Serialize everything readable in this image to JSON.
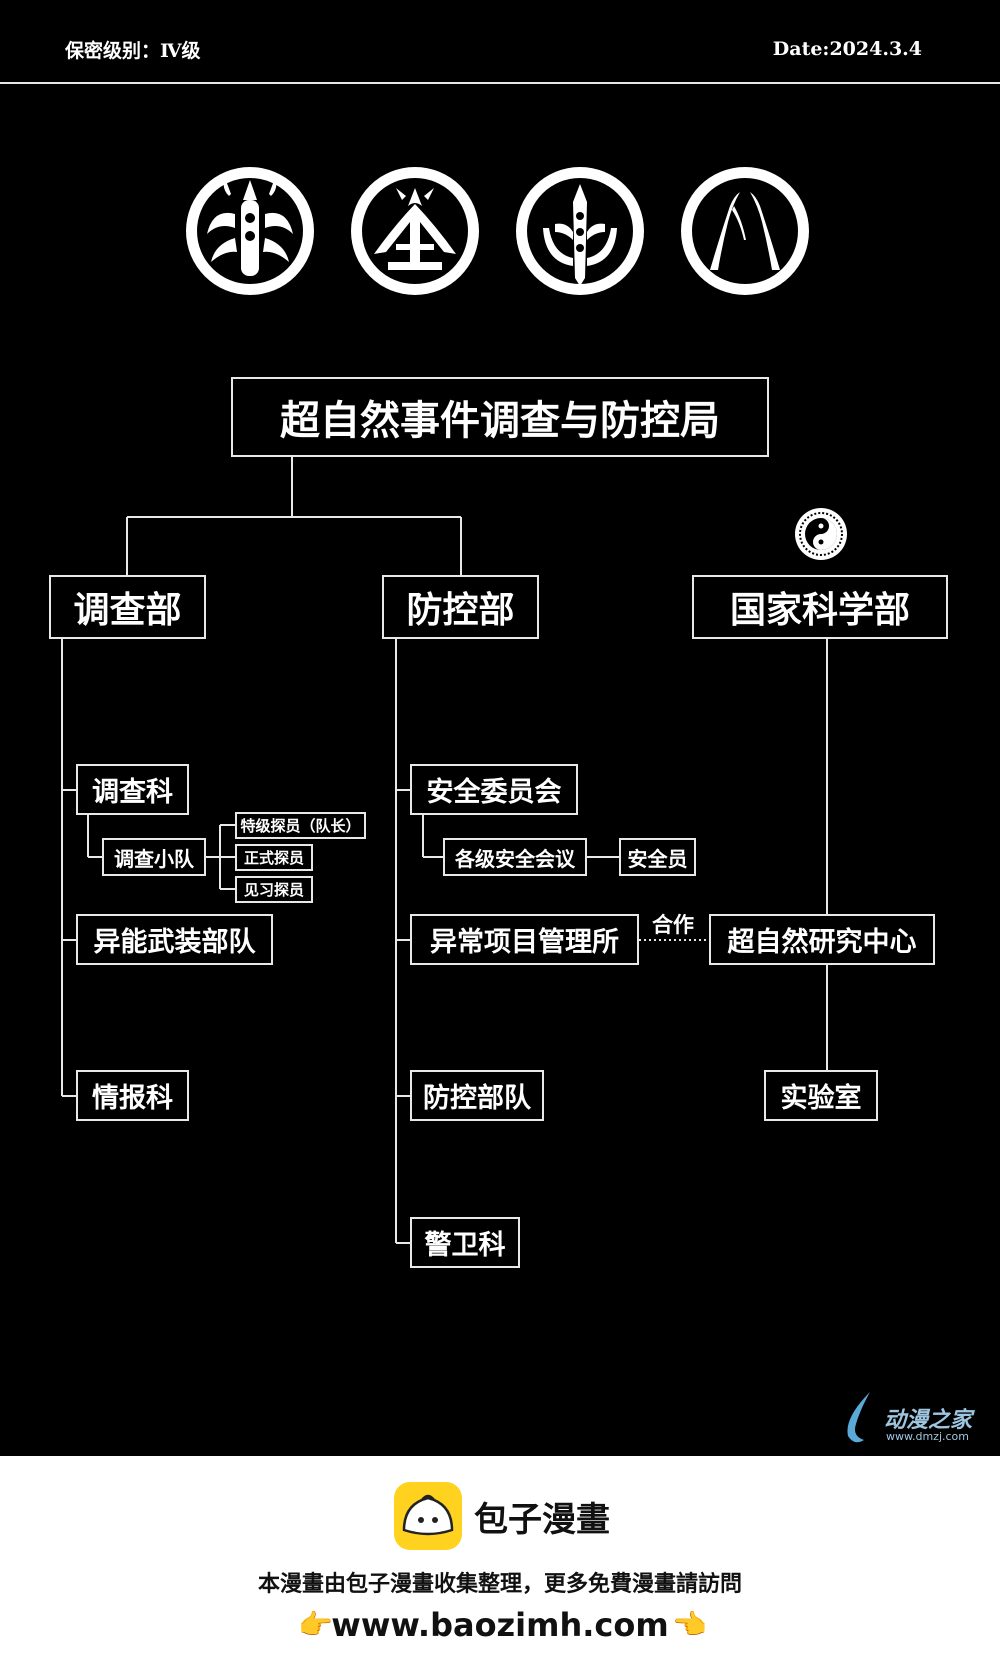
{
  "header": {
    "secrecy": "保密级别：Ⅳ级",
    "date": "Date:2024.3.4"
  },
  "emblems": [
    "eye-crest-emblem-icon",
    "mountain-crest-emblem-icon",
    "trident-crest-emblem-icon",
    "wings-crest-emblem-icon"
  ],
  "org": {
    "root": "超自然事件调查与防控局",
    "investigation": {
      "title": "调查部",
      "section": "调查科",
      "squad": "调查小队",
      "ranks": [
        "特级探员（队长）",
        "正式探员",
        "见习探员"
      ],
      "armed": "异能武装部队",
      "intel": "情报科"
    },
    "control": {
      "title": "防控部",
      "safety_committee": "安全委员会",
      "safety_meetings": "各级安全会议",
      "safety_officer": "安全员",
      "anomaly_office": "异常项目管理所",
      "troops": "防控部队",
      "guard": "警卫科"
    },
    "science": {
      "title": "国家科学部",
      "research_center": "超自然研究中心",
      "lab": "实验室"
    },
    "cooperation_label": "合作"
  },
  "watermark": {
    "text": "动漫之家",
    "url": "www.dmzj.com"
  },
  "footer": {
    "brand": "包子漫畫",
    "notice": "本漫畫由包子漫畫收集整理，更多免費漫畫請訪問",
    "site": "www.baozimh.com"
  }
}
